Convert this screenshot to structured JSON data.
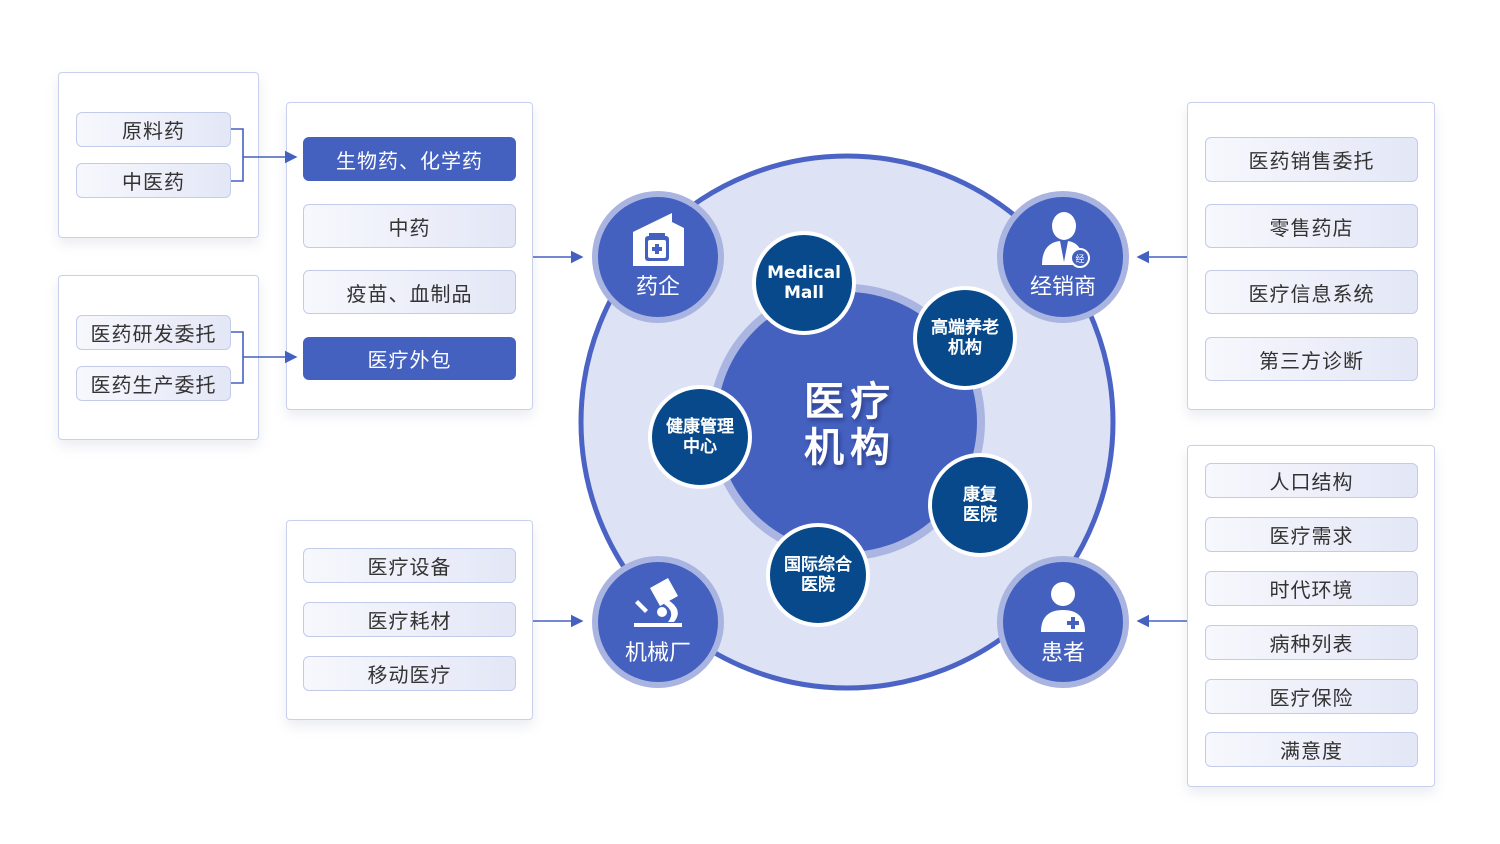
{
  "left": {
    "raw_group": {
      "items": [
        "原料药",
        "中医药"
      ]
    },
    "outsource_group": {
      "items": [
        "医药研发委托",
        "医药生产委托"
      ]
    },
    "pharma_group": {
      "items": [
        "生物药、化学药",
        "中药",
        "疫苗、血制品",
        "医疗外包"
      ]
    },
    "device_group": {
      "items": [
        "医疗设备",
        "医疗耗材",
        "移动医疗"
      ]
    }
  },
  "right": {
    "distributor_group": {
      "items": [
        "医药销售委托",
        "零售药店",
        "医疗信息系统",
        "第三方诊断"
      ]
    },
    "patient_group": {
      "items": [
        "人口结构",
        "医疗需求",
        "时代环境",
        "病种列表",
        "医疗保险",
        "满意度"
      ]
    }
  },
  "hub": {
    "center": {
      "line1": "医疗",
      "line2": "机构"
    },
    "corners": {
      "pharma": "药企",
      "distributor": "经销商",
      "device": "机械厂",
      "patient": "患者"
    },
    "nodes": {
      "medical_mall": {
        "line1": "Medical",
        "line2": "Mall"
      },
      "elder_care": {
        "line1": "高端养老",
        "line2": "机构"
      },
      "health_mgmt": {
        "line1": "健康管理",
        "line2": "中心"
      },
      "rehab": {
        "line1": "康复",
        "line2": "医院"
      },
      "intl_hospital": {
        "line1": "国际综合",
        "line2": "医院"
      }
    },
    "distributor_badge": "经"
  },
  "colors": {
    "primary": "#4561c0",
    "dark_node": "#07498a",
    "ring": "#dde2f4",
    "border": "#c9d0ee"
  }
}
